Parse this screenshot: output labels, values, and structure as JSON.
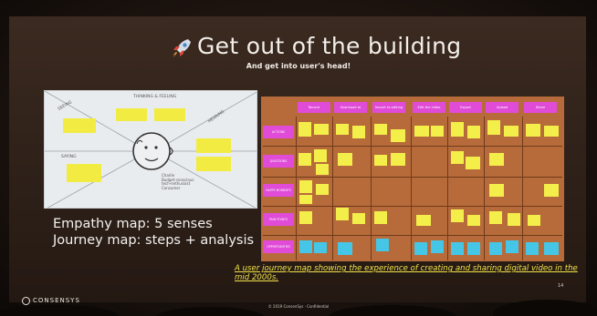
{
  "slide": {
    "title": "Get out of the building",
    "subtitle": "And get into user's head!",
    "rocket_icon": "rocket-icon",
    "caption_line_1": "Empathy map: 5 senses",
    "caption_line_2": "Journey map: steps + analysis",
    "link_caption": "A user journey map showing the experience of creating and sharing digital video in the mid 2000s.",
    "page_number": "14",
    "footer_brand": "CONSENSYS",
    "footer_copyright": "© 2019 ConsenSys · Confidential"
  },
  "empathy_map": {
    "labels": [
      "THINKING & FEELING",
      "SEEING",
      "HEARING",
      "SAYING"
    ],
    "persona_lines": [
      "Charlie",
      "Budget-conscious",
      "tech-enthusiast",
      "Consumer"
    ]
  },
  "journey_map": {
    "stages": [
      "Record",
      "Download to computer",
      "Import to editing software",
      "Edit the video",
      "Export",
      "Upload",
      "Share"
    ],
    "rows": [
      "ACTIONS",
      "QUESTIONS",
      "HAPPY MOMENTS",
      "PAIN POINTS",
      "OPPORTUNITIES"
    ]
  },
  "colors": {
    "screen": "#2d2018",
    "sticky_yellow": "#f2ec42",
    "journey_bg": "#b86b3a",
    "header_pink": "#e04bd7",
    "sticky_blue": "#45c6e6",
    "link_yellow": "#f2e34a"
  }
}
